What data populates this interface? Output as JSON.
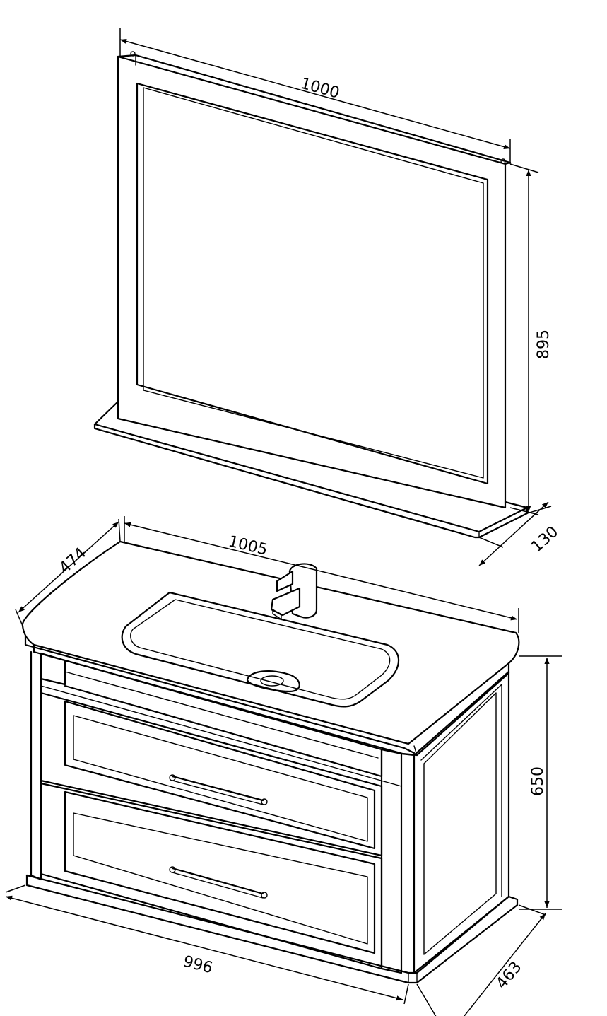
{
  "dimensions": {
    "mirror_width": "1000",
    "mirror_height": "895",
    "mirror_depth": "130",
    "top_width": "1005",
    "top_depth": "474",
    "cabinet_height": "650",
    "cabinet_width": "996",
    "cabinet_depth": "463"
  }
}
